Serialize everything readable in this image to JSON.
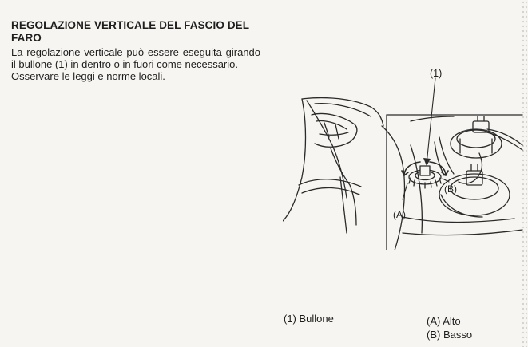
{
  "section": {
    "title": "REGOLAZIONE VERTICALE DEL FASCIO DEL FARO",
    "paragraph_1": "La regolazione verticale può essere eseguita girando il bullone (1) in dentro o in fuori come necessario.",
    "paragraph_2": "Osservare le leggi e norme locali."
  },
  "figure": {
    "callout_1": "(1)",
    "callout_a": "(A)",
    "callout_b": "(B)"
  },
  "legend": {
    "item_1": "(1) Bullone",
    "item_a": "(A) Alto",
    "item_b": "(B) Basso"
  }
}
